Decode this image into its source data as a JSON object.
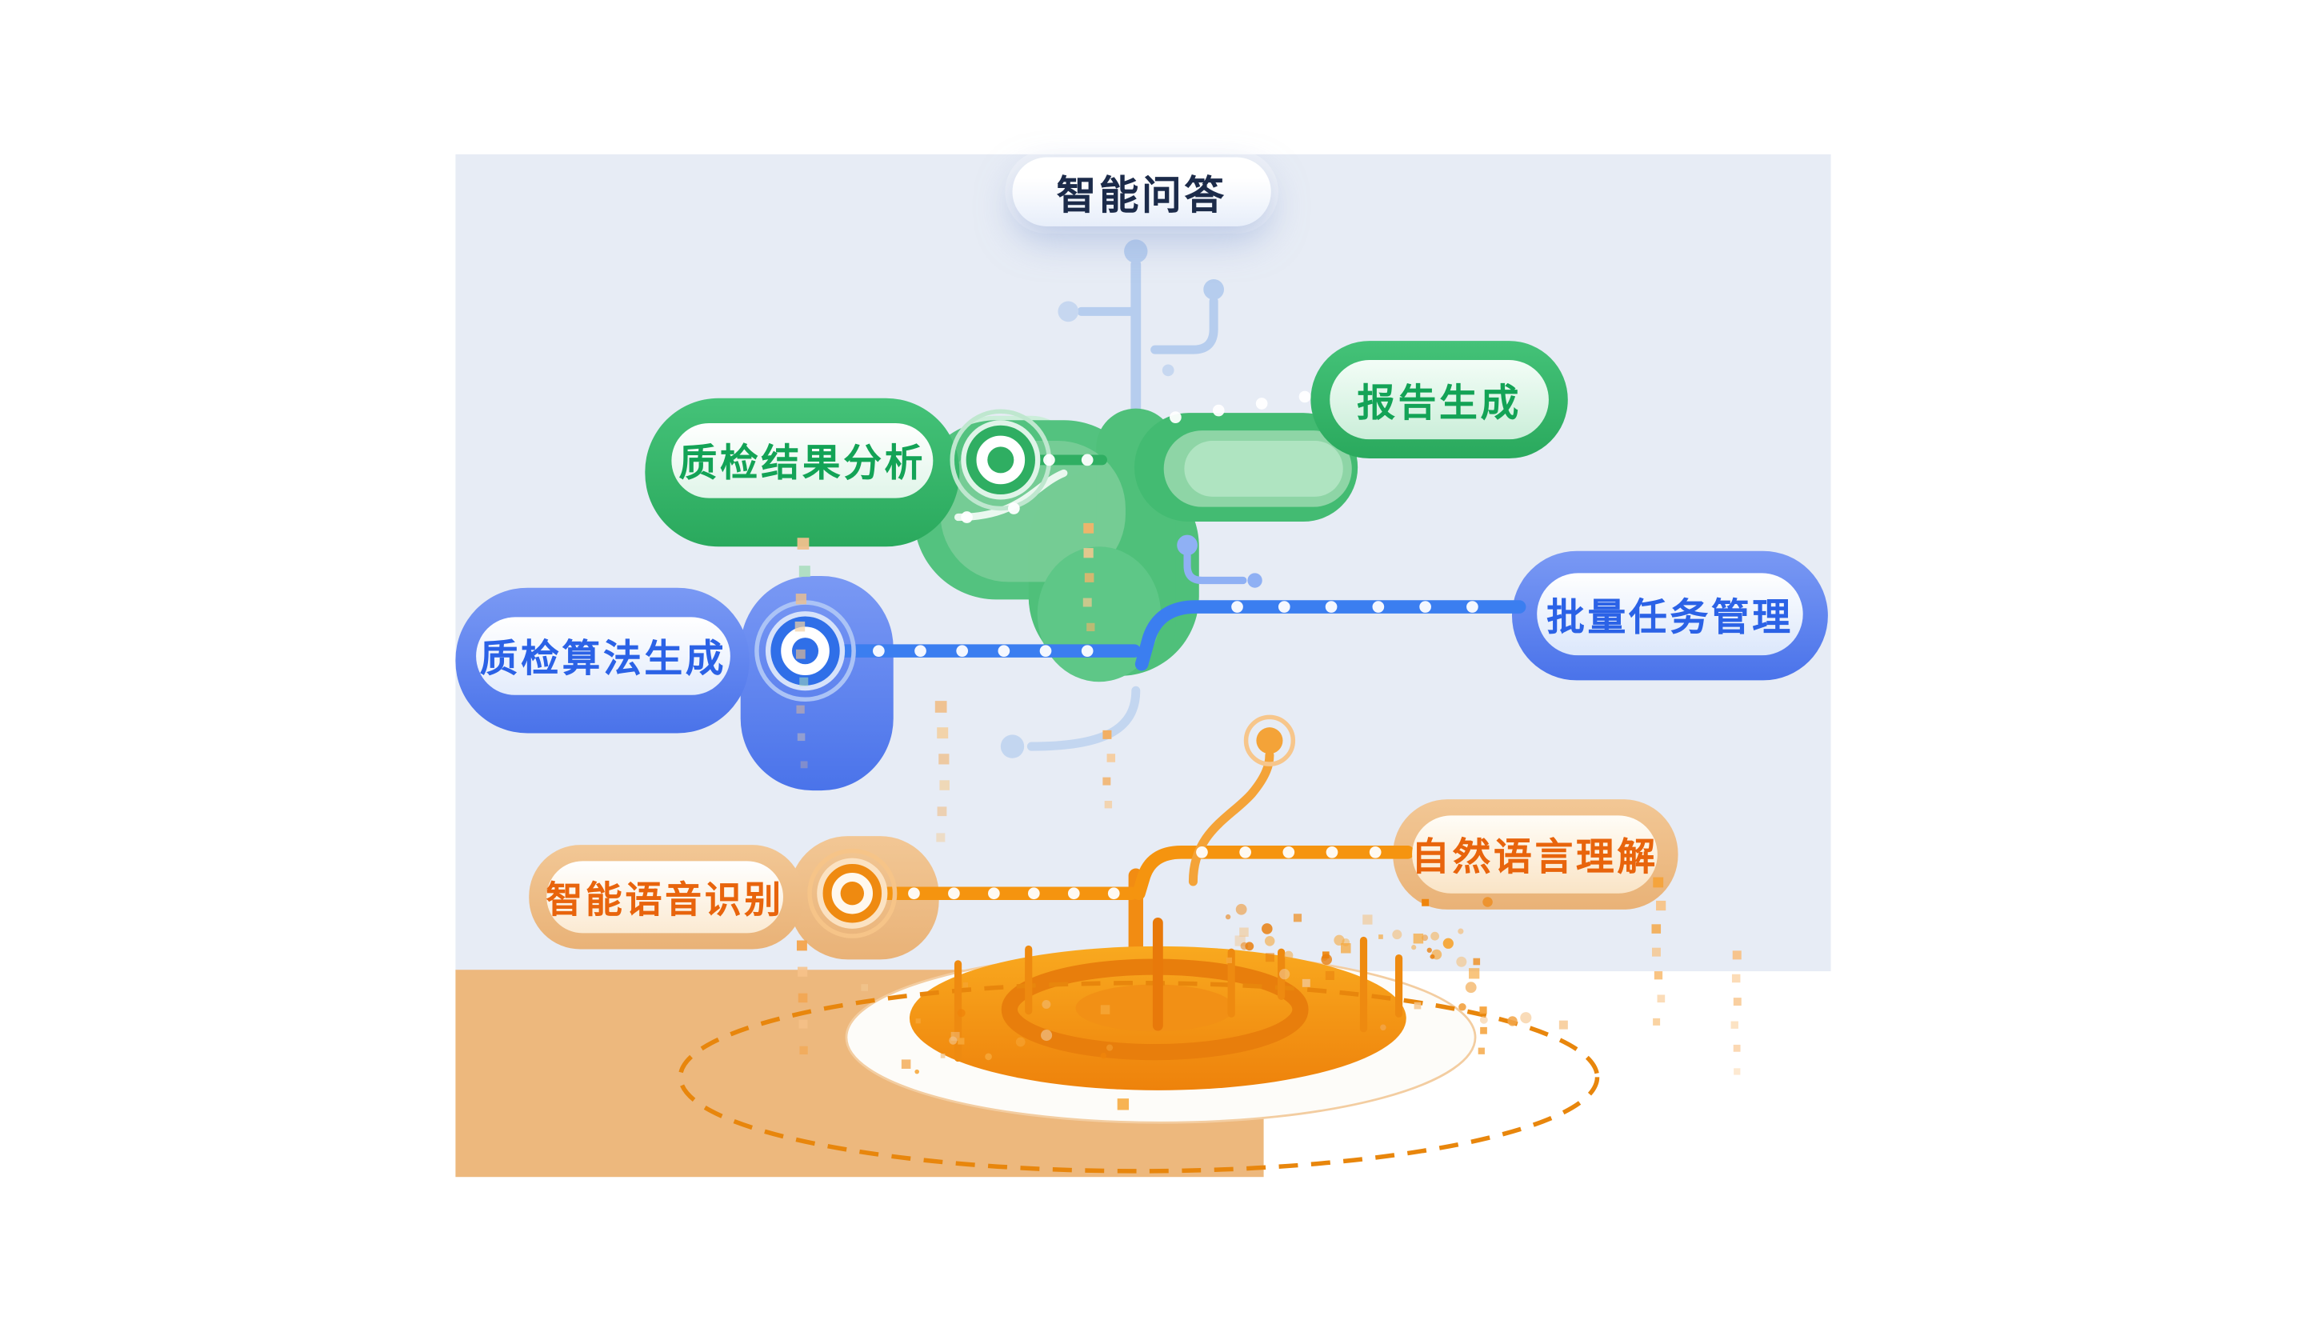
{
  "nodes": {
    "qa": {
      "label": "智能问答"
    },
    "report": {
      "label": "报告生成"
    },
    "inspection_analysis": {
      "label": "质检结果分析"
    },
    "batch_task": {
      "label": "批量任务管理"
    },
    "algorithm_gen": {
      "label": "质检算法生成"
    },
    "nlu": {
      "label": "自然语言理解"
    },
    "asr": {
      "label": "智能语音识别"
    }
  },
  "colors": {
    "green": "#2fae62",
    "green_text": "#13a356",
    "blue": "#2f6fe8",
    "blue_text": "#2b62e6",
    "orange": "#f28c12",
    "orange_text": "#e8640c",
    "tan": "#edb87d",
    "panel_bg": "#e7ecf5",
    "qa_text": "#1c2b4a"
  }
}
